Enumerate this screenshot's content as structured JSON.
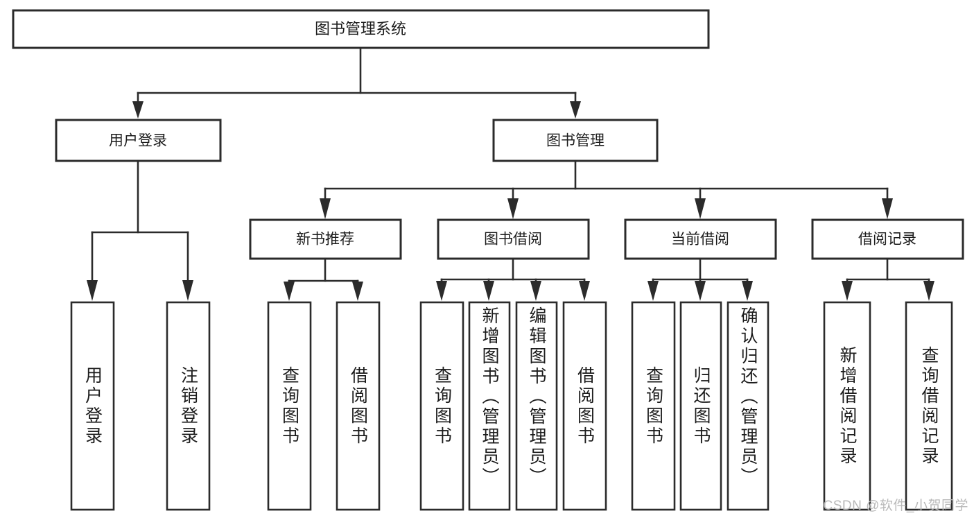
{
  "diagram": {
    "title_node": "图书管理系统",
    "type": "tree-hierarchy-diagram",
    "colors": {
      "box_stroke": "#2b2b2b",
      "box_fill": "#ffffff",
      "text": "#1c1c1c",
      "background": "#ffffff",
      "watermark": "#b9b9b9"
    },
    "levels": {
      "root": "图书管理系统",
      "level2": [
        "用户登录",
        "图书管理"
      ],
      "level3": [
        "新书推荐",
        "图书借阅",
        "当前借阅",
        "借阅记录"
      ]
    },
    "nodes": {
      "root": {
        "label": "图书管理系统"
      },
      "user_login": {
        "label": "用户登录"
      },
      "book_manage": {
        "label": "图书管理"
      },
      "new_book_rec": {
        "label": "新书推荐"
      },
      "book_borrow": {
        "label": "图书借阅"
      },
      "current_borrow": {
        "label": "当前借阅"
      },
      "borrow_record": {
        "label": "借阅记录"
      }
    },
    "leaves": {
      "user_login_children": [
        {
          "label": "用户登录"
        },
        {
          "label": "注销登录"
        }
      ],
      "new_book_rec_children": [
        {
          "label": "查询图书"
        },
        {
          "label": "借阅图书"
        }
      ],
      "book_borrow_children": [
        {
          "label": "查询图书"
        },
        {
          "label": "新增图书（管理员）"
        },
        {
          "label": "编辑图书（管理员）"
        },
        {
          "label": "借阅图书"
        }
      ],
      "current_borrow_children": [
        {
          "label": "查询图书"
        },
        {
          "label": "归还图书"
        },
        {
          "label": "确认归还（管理员）"
        }
      ],
      "borrow_record_children": [
        {
          "label": "新增借阅记录"
        },
        {
          "label": "查询借阅记录"
        }
      ]
    },
    "watermark": "CSDN @软件_小贺同学"
  }
}
